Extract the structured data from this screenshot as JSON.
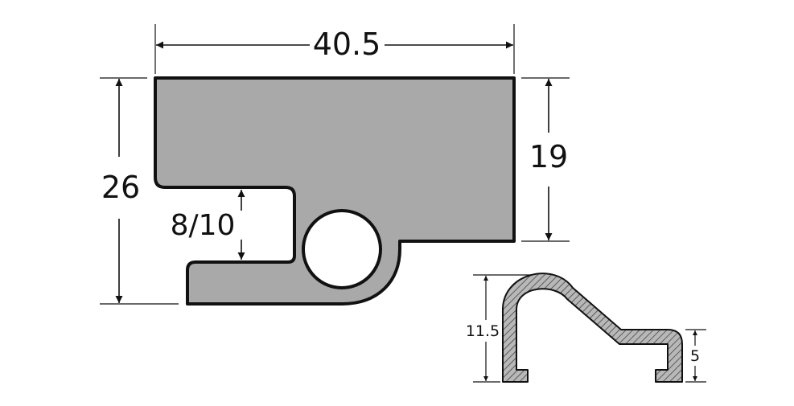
{
  "profile_main": {
    "width_label": "40.5",
    "height_label": "26",
    "right_height_label": "19",
    "slot_label": "8/10",
    "fill_color": "#a9a9a9",
    "outline_color": "#111111"
  },
  "profile_small": {
    "height_label": "11.5",
    "right_height_label": "5",
    "fill_pattern": "diagonal-hatch"
  }
}
